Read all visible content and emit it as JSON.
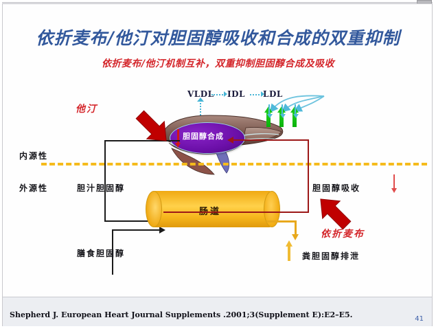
{
  "slide": {
    "title": "依折麦布/他汀对胆固醇吸收和合成的双重抑制",
    "subtitle": "依折麦布/他汀机制互补，双重抑制胆固醇合成及吸收",
    "page_number": "41",
    "citation": "Shepherd J. European Heart Journal Supplements .2001;3(Supplement E):E2–E5."
  },
  "lipoproteins": {
    "vldl": "VLDL",
    "idl": "IDL",
    "ldl": "LDL"
  },
  "liver": {
    "cholesterol_synthesis_label": "胆固醇合成"
  },
  "compartments": {
    "endogenous": "内源性",
    "exogenous": "外源性"
  },
  "pathways": {
    "biliary_cholesterol": "胆汁胆固醇",
    "dietary_cholesterol": "膳食胆固醇",
    "cholesterol_absorption": "胆固醇吸收",
    "fecal_cholesterol_excretion": "粪胆固醇排泄",
    "intestine": "肠道"
  },
  "drugs": {
    "statin": "他汀",
    "ezetimibe": "依折麦布"
  },
  "colors": {
    "title_blue": "#32589c",
    "accent_red": "#d4262b",
    "block_arrow_red": "#c00000",
    "synthesis_purple": "#6b0fa8",
    "membrane_yellow": "#f5bb1c",
    "intestine_gold": "#f0a913",
    "receptor_green": "#17c717",
    "lipoprotein_cyan": "#46b5d6",
    "absorption_darkred": "#9c1717",
    "page_number_blue": "#3b5ea8"
  },
  "icons": {
    "statin_arrow": "block-arrow-down-right",
    "ezetimibe_arrow": "block-arrow-up-left",
    "synthesis_down": "red-down-arrow",
    "absorption_down": "red-down-arrow",
    "excretion_up": "gold-up-arrow",
    "ldl_receptor": "green-up-arrow"
  }
}
